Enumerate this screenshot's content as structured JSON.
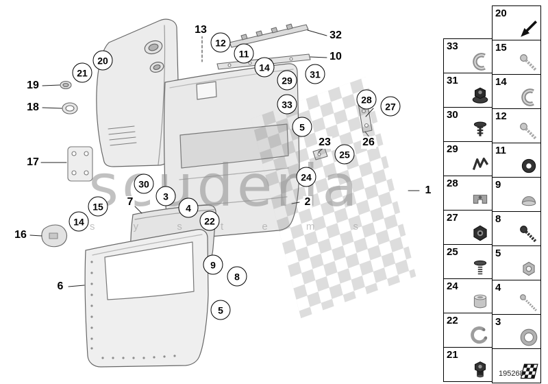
{
  "diagram": {
    "ref_label": "1",
    "part_number": "195268",
    "watermark": {
      "brand": "scuderia",
      "sub": "s y s t e m s"
    },
    "circled_callouts": [
      "20",
      "21",
      "12",
      "11",
      "14",
      "29",
      "31",
      "33",
      "5",
      "28",
      "27",
      "25",
      "24",
      "30",
      "3",
      "4",
      "22",
      "15",
      "14",
      "9",
      "8",
      "5"
    ],
    "plain_callouts": [
      "19",
      "18",
      "17",
      "16",
      "6",
      "13",
      "32",
      "10",
      "23",
      "26",
      "2",
      "7",
      "1"
    ]
  },
  "table": {
    "left_column": [
      {
        "label": "33",
        "icon": "sheet-metal-clip"
      },
      {
        "label": "31",
        "icon": "flange-nut"
      },
      {
        "label": "30",
        "icon": "expansion-rivet"
      },
      {
        "label": "29",
        "icon": "spring-clip"
      },
      {
        "label": "28",
        "icon": "speed-nut"
      },
      {
        "label": "27",
        "icon": "hex-nut"
      },
      {
        "label": "25",
        "icon": "screw-with-washer"
      },
      {
        "label": "24",
        "icon": "spacer-sleeve"
      },
      {
        "label": "22",
        "icon": "lock-ring"
      },
      {
        "label": "21",
        "icon": "collar-nut"
      }
    ],
    "right_column": [
      {
        "label": "20",
        "icon": "direction-arrow"
      },
      {
        "label": "15",
        "icon": "tapping-screw"
      },
      {
        "label": "14",
        "icon": "sheet-metal-clip"
      },
      {
        "label": "12",
        "icon": "tapping-screw"
      },
      {
        "label": "11",
        "icon": "grommet"
      },
      {
        "label": "9",
        "icon": "cap-grommet"
      },
      {
        "label": "8",
        "icon": "pan-head-screw"
      },
      {
        "label": "5",
        "icon": "hex-nut-small"
      },
      {
        "label": "4",
        "icon": "long-tapping-screw"
      },
      {
        "label": "3",
        "icon": "ring-grommet"
      },
      {
        "label": "",
        "icon": "checkered-flag"
      }
    ]
  }
}
